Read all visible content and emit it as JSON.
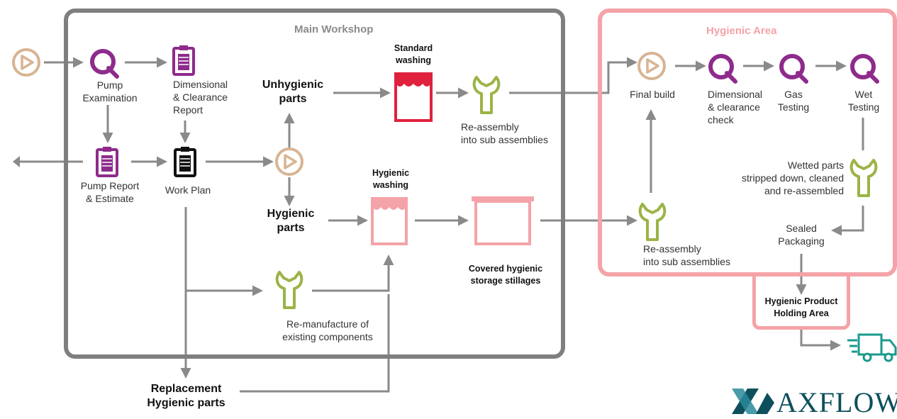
{
  "colors": {
    "grey": "#7f7f7f",
    "pink": "#f4a3a8",
    "purple": "#8e2b8c",
    "tan": "#d8b493",
    "green": "#9bb446",
    "red": "#e0213e",
    "dark_teal": "#0d4f5c",
    "truck_teal": "#1a9a8c"
  },
  "zones": {
    "main_workshop": "Main Workshop",
    "hygienic_area": "Hygienic Area",
    "holding_area": "Hygienic Product\nHolding Area"
  },
  "nodes": {
    "pump_examination": "Pump\nExamination",
    "dimensional_report": "Dimensional\n& Clearance\nReport",
    "pump_report": "Pump Report\n& Estimate",
    "work_plan": "Work Plan",
    "unhygienic_parts": "Unhygienic\nparts",
    "hygienic_parts": "Hygienic\nparts",
    "standard_washing": "Standard\nwashing",
    "hygienic_washing": "Hygienic\nwashing",
    "reassembly_1": "Re-assembly\ninto sub assemblies",
    "covered_storage": "Covered hygienic\nstorage stillages",
    "remanufacture": "Re-manufacture of\nexisting components",
    "replacement_parts": "Replacement\nHygienic parts",
    "final_build": "Final build",
    "dimensional_check": "Dimensional\n& clearance\ncheck",
    "gas_testing": "Gas\nTesting",
    "wet_testing": "Wet\nTesting",
    "wetted_parts": "Wetted parts\nstripped down, cleaned\nand re-assembled",
    "sealed_packaging": "Sealed\nPackaging",
    "reassembly_2": "Re-assembly\ninto sub assemblies"
  },
  "logo": {
    "text": "AXFLOW"
  },
  "icons": {
    "start": "play-circle-icon",
    "inspect": "q-inspect-icon",
    "report": "clipboard-icon",
    "wash": "wash-tank-icon",
    "wrench": "wrench-icon",
    "storage": "storage-stillage-icon",
    "truck": "delivery-truck-icon"
  }
}
